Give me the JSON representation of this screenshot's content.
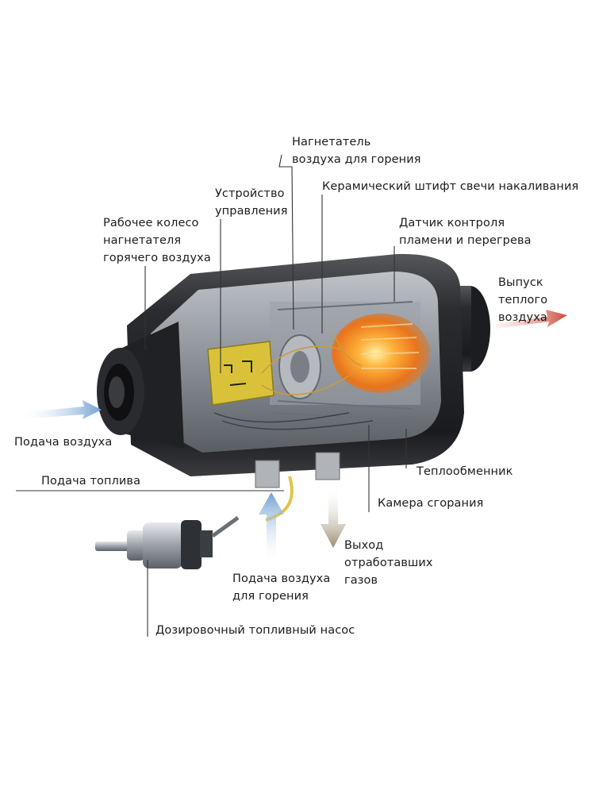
{
  "labels": {
    "blower_combustion": "Нагнетатель\nвоздуха для горения",
    "control_unit": "Устройство\nуправления",
    "impeller": "Рабочее колесо\nнагнетателя\nгорячего воздуха",
    "glow_pin": "Керамический штифт свечи накаливания",
    "flame_sensor": "Датчик контроля\nпламени и перегрева",
    "warm_air_out": "Выпуск теплого\nвоздуха",
    "air_in": "Подача воздуха",
    "fuel_in": "Подача топлива",
    "heat_exchanger": "Теплообменник",
    "combustion_chamber": "Камера сгорания",
    "exhaust_out": "Выход\nотработавших\nгазов",
    "combustion_air_in": "Подача воздуха\nдля горения",
    "dosing_pump": "Дозировочный топливный насос"
  },
  "colors": {
    "cold_air": "#6f9fd0",
    "warm_air": "#c9483a",
    "exhaust": "#9a8a6e",
    "housing": "#2a2b2e",
    "flame": "#ff9a2a",
    "control_board": "#d9c23a",
    "fuel_line": "#e3c34a"
  },
  "icons": [
    "cold-air-arrow-icon",
    "warm-air-arrow-icon",
    "exhaust-arrow-icon",
    "combustion-air-arrow-icon"
  ]
}
